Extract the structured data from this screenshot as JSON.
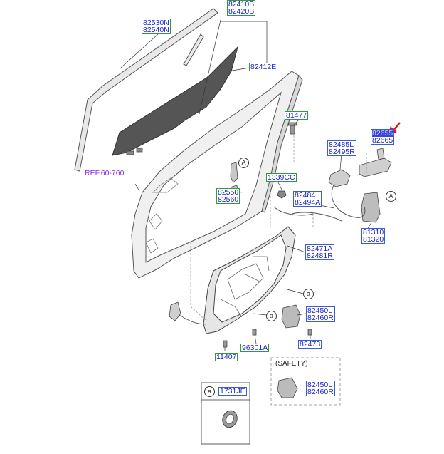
{
  "labels": {
    "l_82410b": "82410B",
    "l_82420b": "82420B",
    "l_82530n": "82530N",
    "l_82540n": "82540N",
    "l_82412e": "82412E",
    "l_81477": "81477",
    "l_82655": "82655",
    "l_82665": "82665",
    "l_82485l": "82485L",
    "l_82495r": "82495R",
    "l_ref": "REF.60-760",
    "l_1339cc": "1339CC",
    "l_82550": "82550",
    "l_82560": "82560",
    "l_82484": "82484",
    "l_82494a": "82494A",
    "l_81310": "81310",
    "l_81320": "81320",
    "l_82471a": "82471A",
    "l_82481r": "82481R",
    "l_82450l": "82450L",
    "l_82460r": "82460R",
    "l_82473": "82473",
    "l_96301a": "96301A",
    "l_11407": "11407",
    "l_safety": "(SAFETY)",
    "l_82450l_b": "82450L",
    "l_82460r_b": "82460R",
    "l_1731je": "1731JE"
  },
  "callouts": {
    "A1": "A",
    "A2": "A",
    "a1": "a",
    "a2": "a",
    "a3": "a"
  },
  "colors": {
    "label_text": "#1a23c8",
    "label_border": "#3a5fd0",
    "green_border": "#2e9a3a",
    "highlight": "#3b44d8",
    "ref": "#8a2be2",
    "arrow": "#e0101a",
    "glass": "#555555"
  }
}
